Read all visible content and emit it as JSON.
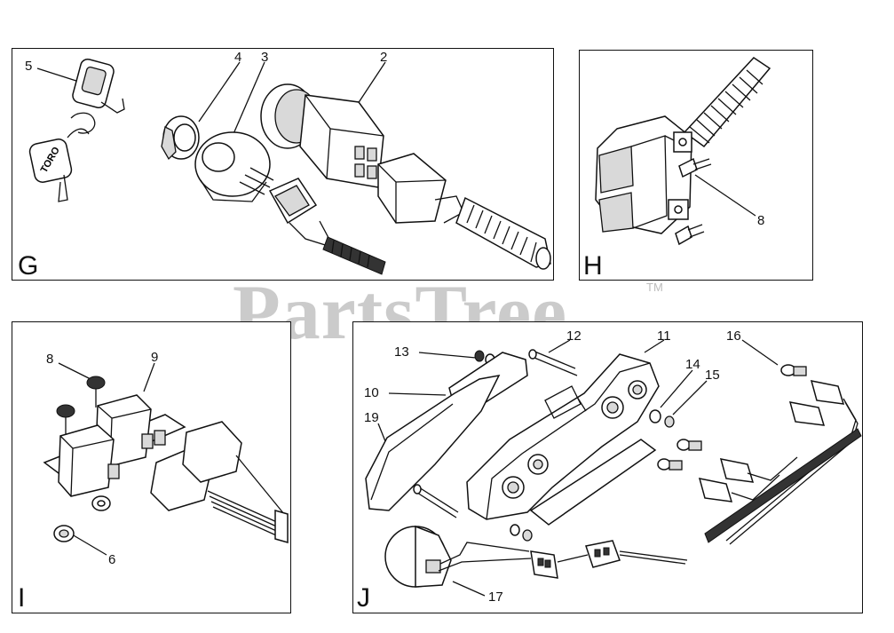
{
  "watermark": {
    "text": "PartsTree",
    "trademark": "TM"
  },
  "panels": {
    "G": {
      "letter": "G",
      "callouts": [
        "5",
        "4",
        "3",
        "2"
      ],
      "key_text": "TORO"
    },
    "H": {
      "letter": "H",
      "callouts": [
        "8"
      ]
    },
    "I": {
      "letter": "I",
      "callouts": [
        "8",
        "9",
        "6"
      ]
    },
    "J": {
      "letter": "J",
      "callouts": [
        "13",
        "12",
        "11",
        "16",
        "10",
        "14",
        "15",
        "19",
        "17"
      ]
    }
  }
}
